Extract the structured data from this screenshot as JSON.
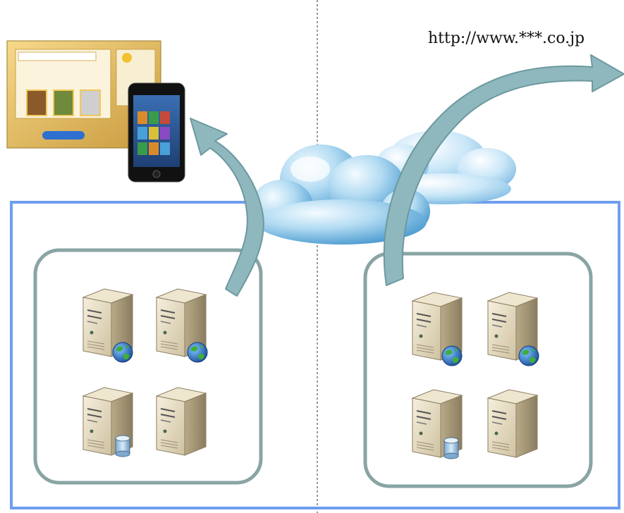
{
  "url": "http://www.***.co.jp",
  "colors": {
    "outer_frame": "#6f9ef0",
    "inner_group": "#8aa4a4",
    "arrow_fill": "#8fb7be",
    "arrow_stroke": "#6d999f",
    "cloud_light": "#e6f5fd",
    "cloud_dark": "#5aa7d6",
    "server_body": "#e6dcc4",
    "server_side": "#a59879"
  },
  "groups": [
    {
      "id": "left",
      "servers": [
        {
          "role": "web",
          "badge": "globe-icon"
        },
        {
          "role": "web",
          "badge": "globe-icon"
        },
        {
          "role": "database",
          "badge": "database-icon"
        },
        {
          "role": "plain",
          "badge": ""
        }
      ]
    },
    {
      "id": "right",
      "servers": [
        {
          "role": "web",
          "badge": "globe-icon"
        },
        {
          "role": "web",
          "badge": "globe-icon"
        },
        {
          "role": "database",
          "badge": "database-icon"
        },
        {
          "role": "plain",
          "badge": ""
        }
      ]
    }
  ],
  "icons": {
    "cloud": "cloud-icon",
    "tablet": "tablet-screenshot-icon",
    "smartphone": "smartphone-icon",
    "arrow_left": "curved-arrow-icon",
    "arrow_right": "curved-arrow-icon"
  }
}
